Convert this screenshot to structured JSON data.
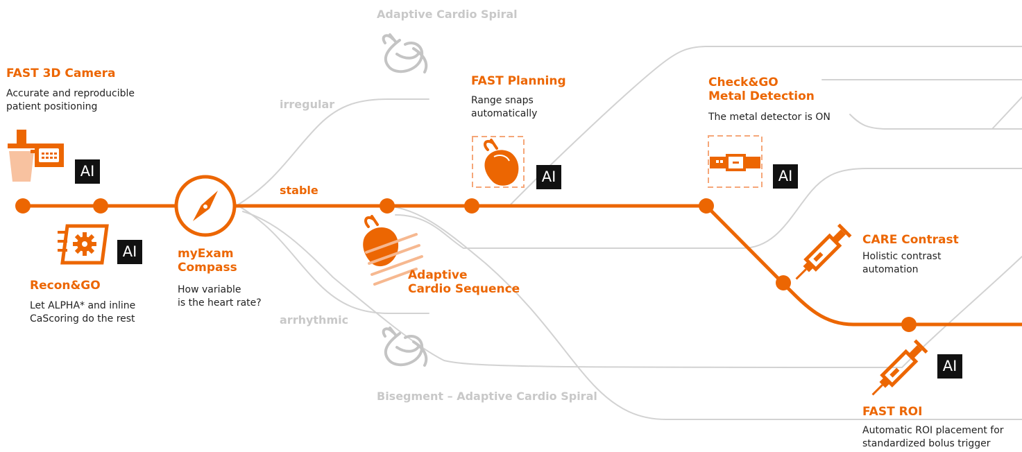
{
  "colors": {
    "accent": "#ec6602",
    "track_grey": "#cfcfcf",
    "icon_grey": "#c9c9c9",
    "ai_bg": "#111111"
  },
  "ai_label": "AI",
  "fast_3d_camera": {
    "title": "FAST 3D Camera",
    "desc": "Accurate and reproducible\npatient positioning",
    "icon": "camera-icon"
  },
  "recon_go": {
    "title": "Recon&GO",
    "desc": "Let ALPHA* and inline\nCaScoring do the rest",
    "icon": "recon-gear-icon"
  },
  "myexam_compass": {
    "title": "myExam\nCompass",
    "desc": "How variable\nis the heart rate?",
    "icon": "compass-icon"
  },
  "branches": {
    "irregular": "irregular",
    "stable": "stable",
    "arrhythmic": "arrhythmic"
  },
  "adaptive_cardio_spiral": {
    "title": "Adaptive Cardio Spiral",
    "icon": "heart-spiral-icon"
  },
  "bisegment_spiral": {
    "title": "Bisegment – Adaptive Cardio Spiral",
    "icon": "heart-spiral-icon"
  },
  "adaptive_cardio_sequence": {
    "title": "Adaptive\nCardio Sequence",
    "icon": "heart-sequence-icon"
  },
  "fast_planning": {
    "title": "FAST Planning",
    "desc": "Range snaps\nautomatically",
    "icon": "heart-icon"
  },
  "check_go": {
    "title": "Check&GO\nMetal Detection",
    "desc": "The metal detector is ON",
    "icon": "belt-buckle-icon"
  },
  "care_contrast": {
    "title": "CARE Contrast",
    "desc": "Holistic contrast\nautomation",
    "icon": "syringe-icon"
  },
  "fast_roi": {
    "title": "FAST ROI",
    "desc": "Automatic ROI placement for\nstandardized bolus trigger",
    "icon": "syringe-icon"
  }
}
